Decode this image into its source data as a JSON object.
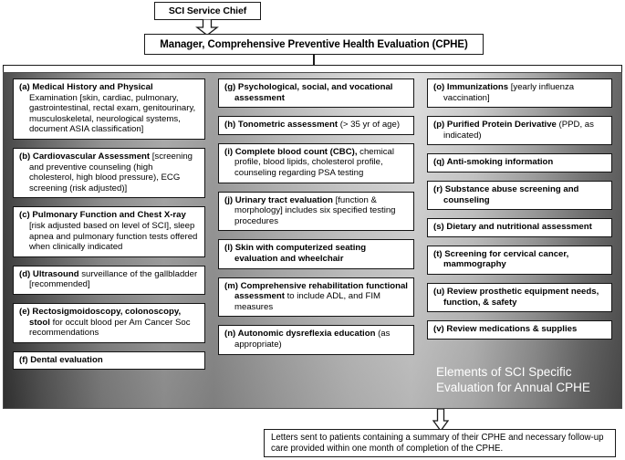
{
  "chart_data": {
    "type": "diagram",
    "title": "Elements of SCI Specific Evaluation for Annual CPHE",
    "structure": "org-flowchart, top-down: SCI Service Chief -> Manager CPHE -> panel of 22 lettered evaluation elements (a-v, no k) in three columns -> Letters sent to patients"
  },
  "top": {
    "chief_label": "SCI Service Chief",
    "manager_label": "Manager, Comprehensive Preventive Health Evaluation (CPHE)"
  },
  "panel": {
    "caption_line1": "Elements of SCI Specific",
    "caption_line2": "Evaluation for Annual CPHE",
    "columns": [
      {
        "name": "column-left",
        "items": [
          {
            "letter": "(a)",
            "bold": "Medical History and Physical",
            "rest": " Examination [skin, cardiac, pulmonary, gastrointestinal, rectal exam, genitourinary, musculoskeletal, neurological systems, document ASIA classification]"
          },
          {
            "letter": "(b)",
            "bold": "Cardiovascular Assessment",
            "rest": " [screening and preventive counseling (high cholesterol, high blood pressure), ECG screening (risk adjusted)]"
          },
          {
            "letter": "(c)",
            "bold": "Pulmonary Function and Chest X-ray",
            "rest": " [risk adjusted based on level of SCI], sleep apnea and pulmonary function tests offered when clinically indicated"
          },
          {
            "letter": "(d)",
            "bold": "Ultrasound",
            "rest": " surveillance of the gallbladder [recommended]"
          },
          {
            "letter": "(e)",
            "bold": "Rectosigmoidoscopy, colonoscopy, stool",
            "rest": " for occult blood per Am Cancer Soc recommendations"
          },
          {
            "letter": "(f)",
            "bold": "Dental evaluation",
            "rest": ""
          }
        ]
      },
      {
        "name": "column-middle",
        "items": [
          {
            "letter": "(g)",
            "bold": "Psychological, social, and vocational assessment",
            "rest": ""
          },
          {
            "letter": "(h)",
            "bold": "Tonometric assessment",
            "rest": " (> 35 yr of age)"
          },
          {
            "letter": "(i)",
            "bold": "Complete blood count (CBC),",
            "rest": " chemical profile, blood lipids, cholesterol profile, counseling regarding PSA testing"
          },
          {
            "letter": "(j)",
            "bold": "Urinary tract evaluation",
            "rest": " [function & morphology] includes six specified testing procedures"
          },
          {
            "letter": "(l)",
            "bold": "Skin with computerized seating evaluation and wheelchair",
            "rest": ""
          },
          {
            "letter": "(m)",
            "bold": "Comprehensive rehabilitation functional assessment",
            "rest": " to include ADL, and FIM measures"
          },
          {
            "letter": "(n)",
            "bold": "Autonomic dysreflexia education",
            "rest": " (as appropriate)"
          }
        ]
      },
      {
        "name": "column-right",
        "items": [
          {
            "letter": "(o)",
            "bold": "Immunizations",
            "rest": " [yearly influenza vaccination]"
          },
          {
            "letter": "(p)",
            "bold": "Purified Protein Derivative",
            "rest": " (PPD, as indicated)"
          },
          {
            "letter": "(q)",
            "bold": "Anti-smoking information",
            "rest": ""
          },
          {
            "letter": "(r)",
            "bold": "Substance abuse screening and counseling",
            "rest": ""
          },
          {
            "letter": "(s)",
            "bold": "Dietary and nutritional assessment",
            "rest": ""
          },
          {
            "letter": "(t)",
            "bold": "Screening for cervical cancer, mammography",
            "rest": ""
          },
          {
            "letter": "(u)",
            "bold": "Review prosthetic equipment needs, function, & safety",
            "rest": ""
          },
          {
            "letter": "(v)",
            "bold": "Review medications & supplies",
            "rest": ""
          }
        ]
      }
    ]
  },
  "bottom": {
    "letters_text": "Letters sent to patients containing a summary of their CPHE and necessary follow-up care provided within one month of completion of the CPHE."
  },
  "colors": {
    "box_fill": "#ffffff",
    "box_border": "#141414",
    "caption_text": "#ffffff",
    "panel_dark": "#3a3a3a",
    "panel_light": "#dedede"
  }
}
